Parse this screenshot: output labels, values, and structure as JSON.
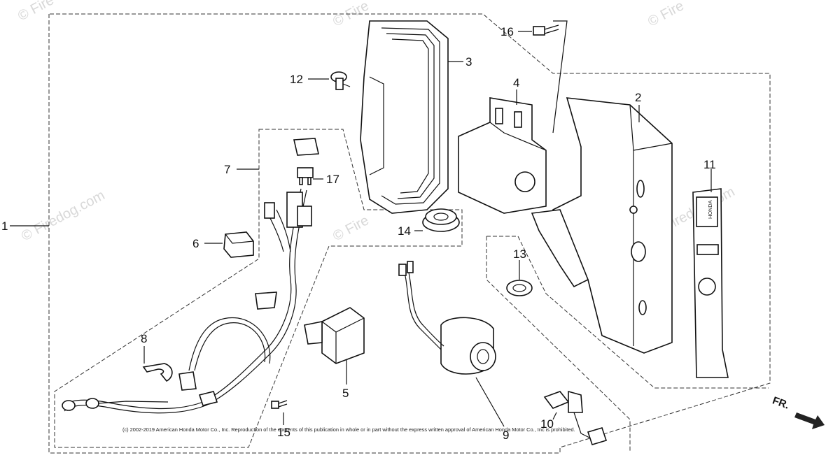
{
  "watermarks": {
    "top_left": "© Fire",
    "top_mid": "© Fire",
    "top_right": "© Fire",
    "mid_left": "© Firedog.com",
    "mid_center": "© Fire",
    "mid_right": "© Firedog.com"
  },
  "copyright": "(c) 2002-2019 American Honda Motor Co., Inc. Reproduction of the contents of this publication in whole or in part without the express written approval of American Honda Motor Co., Inc is prohibited.",
  "direction_label": "FR.",
  "callouts": {
    "c1": "1",
    "c2": "2",
    "c3": "3",
    "c4": "4",
    "c5": "5",
    "c6": "6",
    "c7": "7",
    "c8": "8",
    "c9": "9",
    "c10": "10",
    "c11": "11",
    "c12": "12",
    "c13": "13",
    "c14": "14",
    "c15": "15",
    "c16": "16",
    "c17": "17"
  },
  "label_plate_text": "HONDA"
}
